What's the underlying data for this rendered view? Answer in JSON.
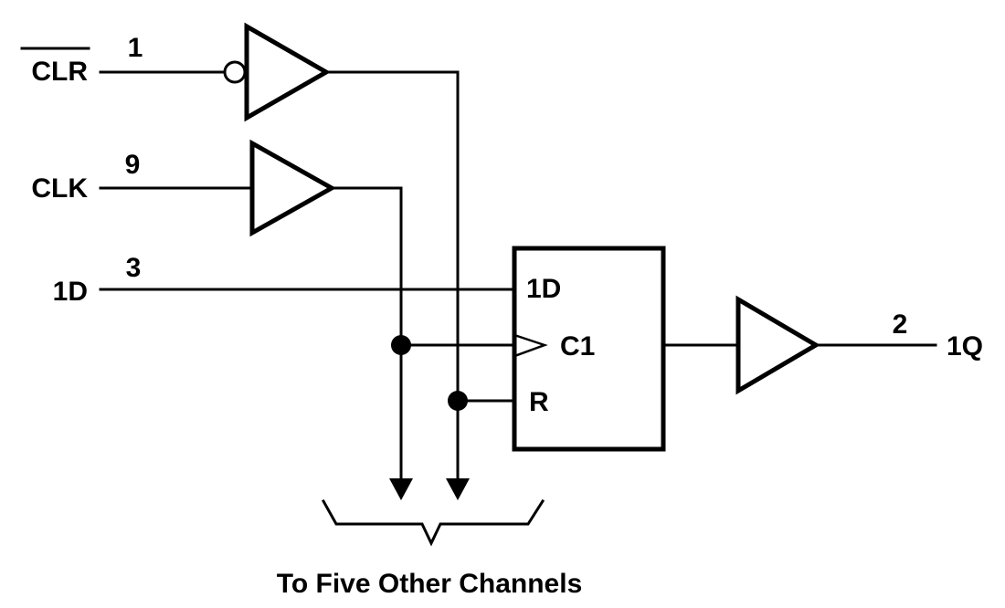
{
  "inputs": {
    "clr": {
      "name": "CLR",
      "pin": "1"
    },
    "clk": {
      "name": "CLK",
      "pin": "9"
    },
    "d": {
      "name": "1D",
      "pin": "3"
    }
  },
  "flipflop": {
    "d_label": "1D",
    "clock_label": "C1",
    "reset_label": "R"
  },
  "output": {
    "name": "1Q",
    "pin": "2"
  },
  "caption": "To Five Other Channels"
}
